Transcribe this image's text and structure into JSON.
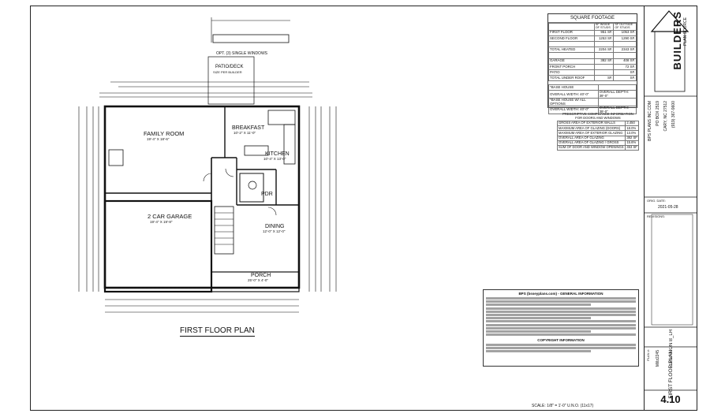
{
  "drawing_title": "FIRST FLOOR PLAN",
  "sheet_number": "4.10",
  "scale_note": "SCALE: 1/8\" = 1'-0\" U.N.O. (11x17)",
  "window_option": "OPT. (3) SINGLE WINDOWS",
  "rooms": {
    "patio": "PATIO/DECK",
    "patio_sub": "SIZE PER BUILDER",
    "family": "FAMILY ROOM",
    "family_dim": "19'-4\" X 18'-6\"",
    "breakfast": "BREAKFAST",
    "breakfast_dim": "10'-2\" X 11'-0\"",
    "kitchen": "KITCHEN",
    "kitchen_dim": "10'-4\" X 13'-0\"",
    "pdr": "PDR",
    "garage": "2 CAR GARAGE",
    "garage_dim": "19'-4\" X 19'-8\"",
    "dining": "DINING",
    "dining_dim": "12'-0\" X 12'-0\"",
    "porch": "PORCH",
    "porch_dim": "25'-0\" X 4'-0\""
  },
  "sqft": {
    "title": "SQUARE FOOTAGE",
    "col1": "SF INSIDE OF STUDS",
    "col2": "SF OUTSIDE OF STUDS",
    "rows": [
      [
        "FIRST FLOOR",
        "951 SF.",
        "1053 SF."
      ],
      [
        "SECOND FLOOR",
        "1253 SF.",
        "1290 SF."
      ],
      [
        "",
        "",
        ""
      ],
      [
        "TOTAL HEATED",
        "2204 SF.",
        "2343 SF."
      ],
      [
        "",
        "",
        ""
      ],
      [
        "GARAGE",
        "382 SF.",
        "408 SF."
      ],
      [
        "FRONT PORCH",
        "",
        "72 SF."
      ],
      [
        "PATIO",
        "",
        "SF."
      ],
      [
        "TOTAL UNDER ROOF",
        "SF.",
        "SF."
      ]
    ],
    "extra": [
      [
        "*BASE HOUSE",
        ""
      ],
      [
        "OVERALL WIDTH: 40'-0\"",
        "OVERALL DEPTH: 39'-0\""
      ],
      [
        "*BASE HOUSE W/ ALL OPTIONS",
        ""
      ],
      [
        "OVERALL WIDTH: 40'-0\"",
        "OVERALL DEPTH: 39'-0\""
      ]
    ]
  },
  "psi": {
    "title": "PRESCRIPTIVE COMPLIANCE INFORMATION",
    "sub": "FOR DOORS AND WINDOWS",
    "rows": [
      [
        "GROSS AREA OF EXTERIOR WALLS",
        "2,450"
      ],
      [
        "MAXIMUM AREA OF GLAZING (DOORS)",
        "18.0%"
      ],
      [
        "MAXIMUM AREA OF EXTERIOR GLAZING",
        "13.0%"
      ],
      [
        "OVERALL AREA OF GLAZING",
        "382 SF"
      ],
      [
        "OVERALL AREA OF GLAZING / GROSS",
        "15.6%"
      ],
      [
        "SUM OF DOOR AND WINDOW OPENINGS",
        "453 SF"
      ]
    ]
  },
  "notes": {
    "title": "BPS (bsseyplans.com) - GENERAL INFORMATION",
    "copyright": "COPYRIGHT INFORMATION"
  },
  "titleblock": {
    "company": "BUILDERS",
    "company_sub": "PLAN SOURCE",
    "web": "BPS PLANS INC.COM",
    "po": "PO BOX 2519",
    "city": "CARY, NC 27512",
    "phone": "(919) 367-9600",
    "date_label": "ORIG. DATE:",
    "date": "2021-05-28",
    "revisions": "REVISIONS:",
    "plan": "ELEVATION B_LH",
    "sheet_name": "FIRST FLOOR PLAN",
    "plan_num": "Millz2245",
    "plan_num_label": "PLAN #:"
  }
}
